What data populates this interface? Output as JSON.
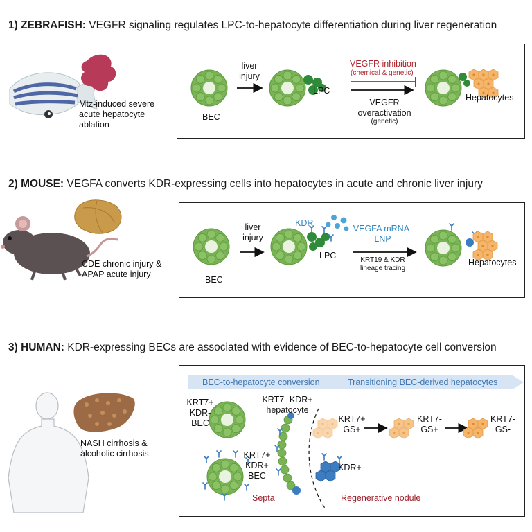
{
  "section1": {
    "heading_bold": "1) ZEBRAFISH:",
    "heading_text": " VEGFR signaling regulates LPC-to-hepatocyte differentiation during liver regeneration",
    "model_caption": [
      "Mtz-induced severe",
      "acute hepatocyte",
      "ablation"
    ],
    "bec": "BEC",
    "injury": [
      "liver",
      "injury"
    ],
    "lpc": "LPC",
    "inhibition": "VEGFR inhibition",
    "inhibition_sub": "(chemical & genetic)",
    "overactivation": [
      "VEGFR",
      "overactivation"
    ],
    "overactivation_sub": "(genetic)",
    "hepatocytes": "Hepatocytes"
  },
  "section2": {
    "heading_bold": "2) MOUSE:",
    "heading_text": " VEGFA converts KDR-expressing cells into hepatocytes in acute and chronic liver injury",
    "model_caption": [
      "CDE chronic injury &",
      "APAP acute injury"
    ],
    "bec": "BEC",
    "injury": [
      "liver",
      "injury"
    ],
    "kdr": "KDR",
    "lpc": "LPC",
    "treatment": [
      "VEGFA mRNA-",
      "LNP"
    ],
    "tracing": [
      "KRT19 & KDR",
      "lineage tracing"
    ],
    "hepatocytes": "Hepatocytes"
  },
  "section3": {
    "heading_bold": "3) HUMAN:",
    "heading_text": " KDR-expressing BECs are associated with evidence of BEC-to-hepatocyte cell conversion",
    "model_caption": [
      "NASH cirrhosis &",
      "alcoholic cirrhosis"
    ],
    "banner_left": "BEC-to-hepatocyte conversion",
    "banner_right": "Transitioning BEC-derived hepatocytes",
    "bec1": [
      "KRT7+",
      "KDR-",
      "BEC"
    ],
    "bec2": [
      "KRT7+",
      "KDR+",
      "BEC"
    ],
    "hep_label": [
      "KRT7- KDR+",
      "hepatocyte"
    ],
    "septa": "Septa",
    "stage1": [
      "KRT7+",
      "GS+"
    ],
    "stage2": [
      "KRT7-",
      "GS+"
    ],
    "stage3": [
      "KRT7-",
      "GS-"
    ],
    "kdr_plus": "KDR+",
    "nodule": "Regenerative nodule"
  },
  "colors": {
    "bec_green": "#7ab356",
    "lpc_green": "#2f8a3a",
    "hepatocyte_orange": "#f5b56b",
    "kdr_blue": "#3c7cc0",
    "inhibition_red": "#b0242c",
    "banner_blue": "#d6e4f3"
  }
}
